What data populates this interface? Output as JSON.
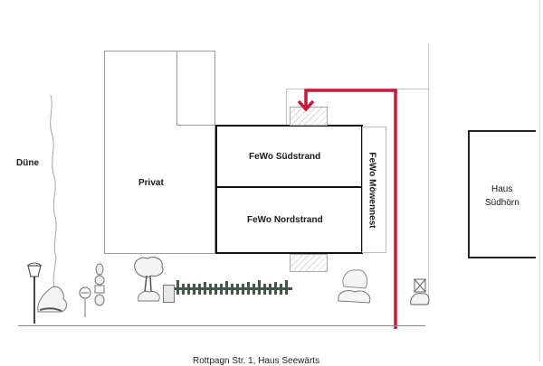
{
  "diagram": {
    "type": "site-plan",
    "labels": {
      "dune": "Düne",
      "private": "Privat",
      "unit_south": "FeWo Südstrand",
      "unit_north": "FeWo Nordstrand",
      "unit_gull": "FeWo Möwennest",
      "house": "Haus\nSüdhörn",
      "house_line1": "Haus",
      "house_line2": "Südhörn",
      "street_caption": "Rottpagn Str. 1, Haus Seewärts"
    },
    "colors": {
      "path": "#c8193c",
      "fence": "#3f5a4a",
      "walls": "#111111",
      "outline": "#9a9a9a"
    },
    "route": {
      "description": "Red access path from the street north along the east side, then west to the entrance of FeWo Südstrand",
      "direction": "arrow-down-to-entrance"
    }
  }
}
